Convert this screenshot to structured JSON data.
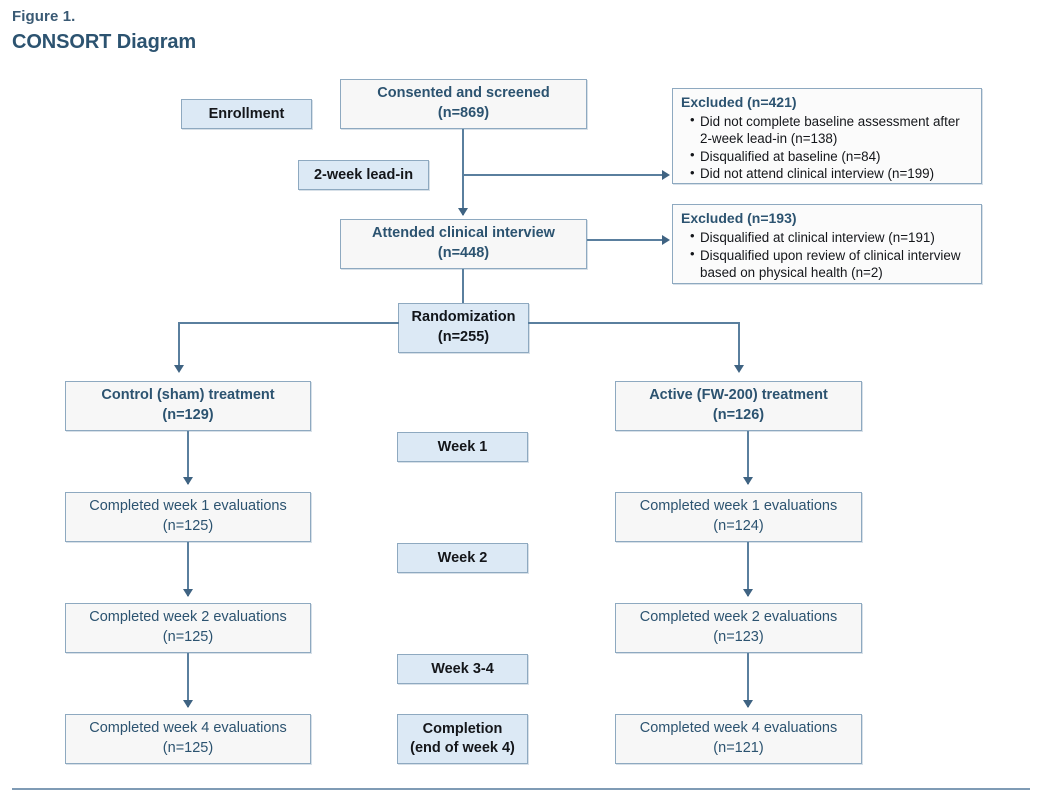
{
  "figure": {
    "label": "Figure 1.",
    "title": "CONSORT Diagram"
  },
  "colors": {
    "title_blue": "#2c5370",
    "node_text_blue": "#2c5370",
    "stage_fill": "#dce9f5",
    "node_fill": "#f7f7f7",
    "border": "#8ea9c0",
    "connector": "#5a7f9e"
  },
  "stages": {
    "enrollment": "Enrollment",
    "lead_in": "2-week lead-in",
    "week1": "Week 1",
    "week2": "Week 2",
    "week34": "Week 3-4",
    "completion_line1": "Completion",
    "completion_line2": "(end of week 4)"
  },
  "flow": {
    "consented": {
      "label": "Consented and screened",
      "n": "(n=869)"
    },
    "attended": {
      "label": "Attended clinical interview",
      "n": "(n=448)"
    },
    "randomization": {
      "label": "Randomization",
      "n": "(n=255)"
    }
  },
  "excluded": [
    {
      "heading": "Excluded (n=421)",
      "items": [
        "Did not complete baseline assessment after 2-week lead-in (n=138)",
        "Disqualified at baseline (n=84)",
        "Did not attend clinical interview (n=199)"
      ]
    },
    {
      "heading": "Excluded (n=193)",
      "items": [
        "Disqualified at clinical interview (n=191)",
        "Disqualified upon review of clinical interview based on physical health (n=2)"
      ]
    }
  ],
  "arms": {
    "control": {
      "treatment": {
        "label": "Control (sham) treatment",
        "n": "(n=129)"
      },
      "week1": {
        "label": "Completed week 1 evaluations",
        "n": "(n=125)"
      },
      "week2": {
        "label": "Completed week 2 evaluations",
        "n": "(n=125)"
      },
      "week4": {
        "label": "Completed week 4 evaluations",
        "n": "(n=125)"
      }
    },
    "active": {
      "treatment": {
        "label": "Active (FW-200) treatment",
        "n": "(n=126)"
      },
      "week1": {
        "label": "Completed week 1 evaluations",
        "n": "(n=124)"
      },
      "week2": {
        "label": "Completed week 2 evaluations",
        "n": "(n=123)"
      },
      "week4": {
        "label": "Completed week 4 evaluations",
        "n": "(n=121)"
      }
    }
  }
}
